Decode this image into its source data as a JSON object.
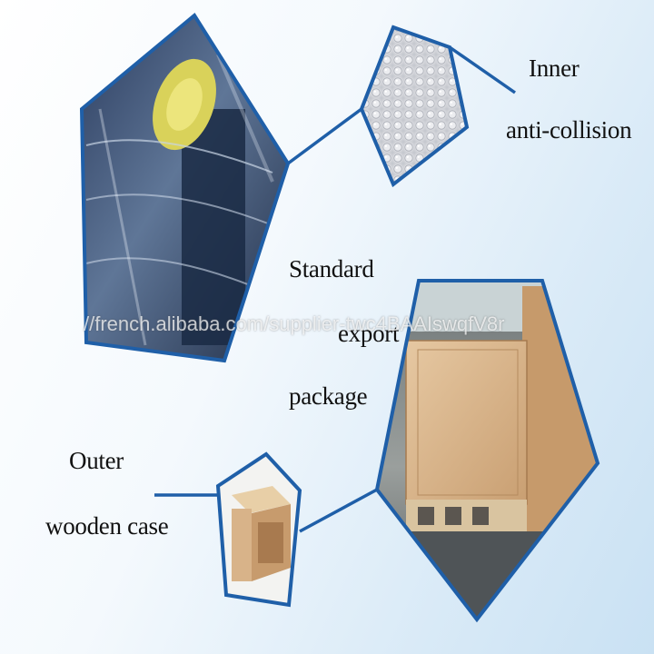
{
  "labels": {
    "inner": "Inner",
    "anti_collision": "anti-collision",
    "standard": "Standard",
    "export": "export",
    "package": "package",
    "outer": "Outer",
    "wooden_case": "wooden case"
  },
  "watermark": "//french.alibaba.com/supplier-twc4BAAIswqfV8r",
  "colors": {
    "frame_blue": "#1f5fa8",
    "background": "#dcebf7",
    "plywood": "#d8b389"
  }
}
